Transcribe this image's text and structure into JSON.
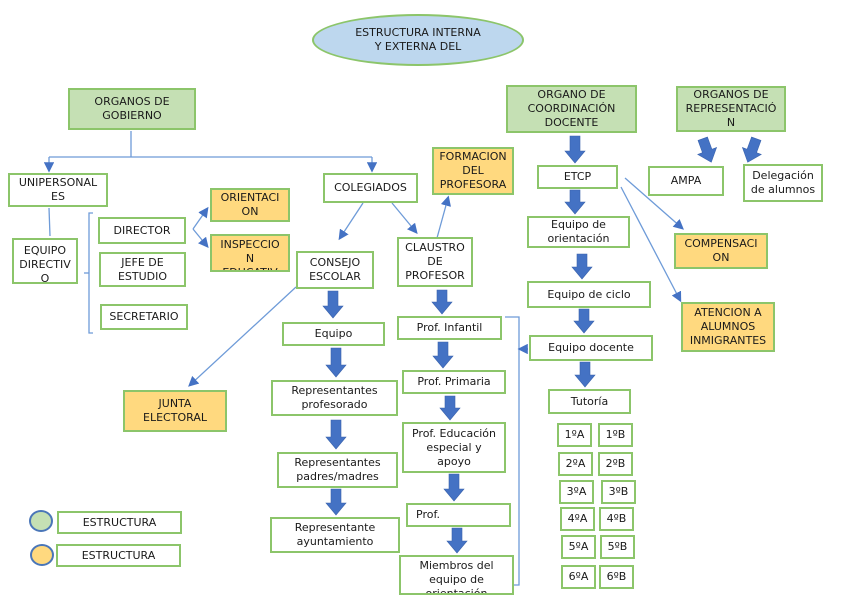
{
  "title": "ESTRUCTURA INTERNA\nY EXTERNA DEL",
  "colors": {
    "green_fill": "#c5e0b4",
    "yellow_fill": "#ffd97f",
    "title_fill": "#bdd7ee",
    "border_green": "#8cc56a",
    "arrow_blue": "#4472c4",
    "line_blue": "#6e9bd8"
  },
  "gobierno": {
    "header": "ORGANOS DE\nGOBIERNO",
    "unipersonales": "UNIPERSONAL\nES",
    "equipo_directivo": "EQUIPO\nDIRECTIV\nO",
    "director": "DIRECTOR",
    "jefe_estudio": "JEFE DE\nESTUDIO",
    "secretario": "SECRETARIO",
    "orientacion": "ORIENTACI\nON",
    "inspeccion": "INSPECCIO\nN\nEDUCATIV",
    "colegiados": "COLEGIADOS",
    "consejo_escolar": "CONSEJO\nESCOLAR",
    "claustro": "CLAUSTRO\nDE\nPROFESOR",
    "formacion": "FORMACION\nDEL\nPROFESORA",
    "junta_electoral": "JUNTA\nELECTORAL",
    "consejo_items": [
      "Equipo",
      "Representantes\nprofesorado",
      "Representantes\npadres/madres",
      "Representante\nayuntamiento"
    ],
    "claustro_items": [
      "Prof. Infantil",
      "Prof. Primaria",
      "Prof. Educación\nespecial y\napoyo",
      "Prof.",
      "Miembros del\nequipo de\norientación"
    ]
  },
  "coordinacion": {
    "header": "ORGANO DE\nCOORDINACIÓN\nDOCENTE",
    "etcp": "ETCP",
    "chain": [
      "Equipo de\norientación",
      "Equipo de ciclo",
      "Equipo docente",
      "Tutoría"
    ],
    "compensacion": "COMPENSACI\nON",
    "atencion": "ATENCION A\nALUMNOS\nINMIGRANTES",
    "grupos": [
      [
        "1ºA",
        "1ºB"
      ],
      [
        "2ºA",
        "2ºB"
      ],
      [
        "3ºA",
        "3ºB"
      ],
      [
        "4ºA",
        "4ºB"
      ],
      [
        "5ºA",
        "5ºB"
      ],
      [
        "6ºA",
        "6ºB"
      ]
    ]
  },
  "representacion": {
    "header": "ORGANOS DE\nREPRESENTACIÓ\nN",
    "ampa": "AMPA",
    "delegacion": "Delegación\nde alumnos"
  },
  "legend": [
    {
      "color": "green",
      "label": "ESTRUCTURA"
    },
    {
      "color": "yellow",
      "label": "ESTRUCTURA"
    }
  ]
}
